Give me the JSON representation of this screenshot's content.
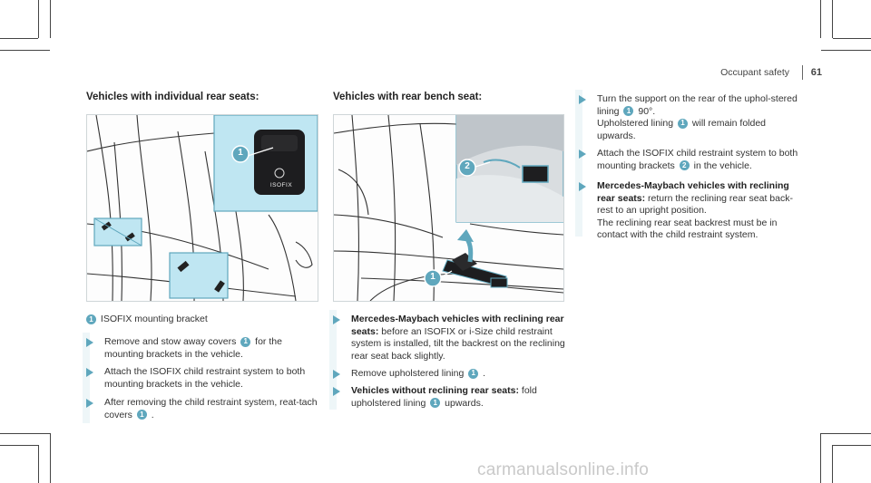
{
  "running_header": {
    "section": "Occupant safety",
    "page": "61"
  },
  "col1": {
    "heading": "Vehicles with individual rear seats:",
    "figure": {
      "badge": "1",
      "logo_text": "ISOFIX"
    },
    "caption": {
      "badge": "1",
      "text": "ISOFIX mounting bracket"
    },
    "items": [
      {
        "pre": "Remove and stow away covers",
        "badge": "1",
        "post": "for the mounting brackets in the vehicle."
      },
      {
        "pre": "Attach the ISOFIX child restraint system to both mounting brackets in the vehicle.",
        "badge": "",
        "post": ""
      },
      {
        "pre": "After removing the child restraint system, reat-tach covers",
        "badge": "1",
        "post": "."
      }
    ]
  },
  "col2": {
    "heading": "Vehicles with rear bench seat:",
    "figure": {
      "badge_1": "1",
      "badge_2": "2"
    },
    "items": [
      {
        "bold": "Mercedes-Maybach vehicles with reclining rear seats:",
        "pre": "before an ISOFIX or i-Size child restraint system is installed, tilt the backrest on the reclining rear seat back slightly.",
        "badge": "",
        "post": ""
      },
      {
        "bold": "",
        "pre": "Remove upholstered lining",
        "badge": "1",
        "post": "."
      },
      {
        "bold": "Vehicles without reclining rear seats:",
        "pre": "fold upholstered lining",
        "badge": "1",
        "post": "upwards."
      }
    ]
  },
  "col3": {
    "items": [
      {
        "bold": "",
        "line1_pre": "Turn the support on the rear of the uphol-stered lining",
        "badge1": "1",
        "line1_post": "90°.",
        "line2_pre": "Upholstered lining",
        "badge2": "1",
        "line2_post": "will remain folded upwards."
      },
      {
        "bold": "",
        "line1_pre": "Attach the ISOFIX child restraint system to both mounting brackets",
        "badge1": "2",
        "line1_post": "in the vehicle.",
        "line2_pre": "",
        "badge2": "",
        "line2_post": ""
      },
      {
        "bold": "Mercedes-Maybach vehicles with reclining rear seats:",
        "line1_pre": "return the reclining rear seat back-rest to an upright position.",
        "badge1": "",
        "line1_post": "",
        "line2_pre": "The reclining rear seat backrest must be in contact with the child restraint system.",
        "badge2": "",
        "line2_post": ""
      }
    ]
  },
  "watermark": "carmanualsonline.info",
  "colors": {
    "accent": "#5fa7bd",
    "highlight": "#bfe6f2"
  }
}
